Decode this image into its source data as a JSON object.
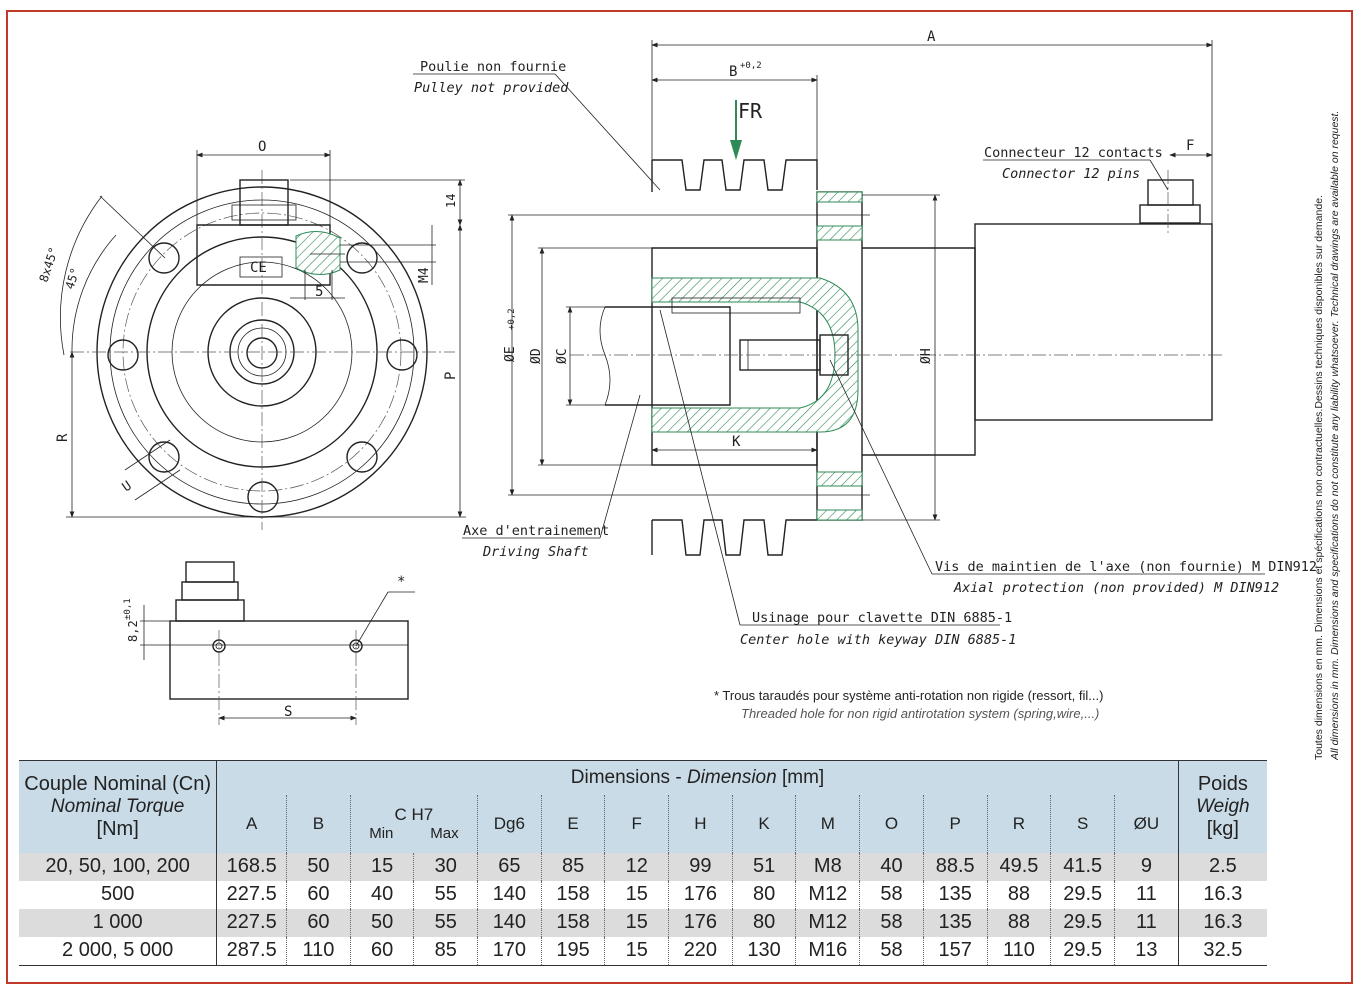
{
  "labels": {
    "dim_O": "O",
    "dim_A": "A",
    "dim_B": "B",
    "dim_B_tol": "+0,2",
    "fr": "FR",
    "dim_F": "F",
    "dim_14": "14",
    "dim_M4": "M4",
    "dim_5": "5",
    "dim_8x45": "8x45°",
    "dim_45": "45°",
    "dim_P": "P",
    "dim_R": "R",
    "dim_U": "U",
    "dim_E": "ØE",
    "dim_E_tol": "+0,2",
    "dim_D": "ØD",
    "dim_C": "ØC",
    "dim_H": "ØH",
    "dim_K": "K",
    "dim_S": "S",
    "dim_82": "8,2",
    "dim_82_tol": "±0,1",
    "ce": "CE",
    "star": "*"
  },
  "callouts": {
    "pulley_fr": "Poulie non fournie",
    "pulley_en": "Pulley not provided",
    "connector_fr": "Connecteur 12 contacts",
    "connector_en": "Connector 12 pins",
    "shaft_fr": "Axe d'entrainement",
    "shaft_en": "Driving Shaft",
    "screw_fr": "Vis de maintien de l'axe (non fournie) M DIN912",
    "screw_en": "Axial protection (non provided) M DIN912",
    "keyway_fr": "Usinage pour clavette DIN 6885-1",
    "keyway_en": "Center hole with keyway DIN 6885-1",
    "note_fr": "* Trous taraudés pour système anti-rotation non rigide (ressort, fil...)",
    "note_en": "Threaded hole for non rigid antirotation system (spring,wire,...)"
  },
  "side_note": {
    "fr": "Toutes dimensions en mm. Dimensions et spécifications non contractuelles.Dessins techniques disponibles sur demande.",
    "en": "All dimensions in mm. Dimensions and specifications do not constitute any liability whatsoever. Technical drawings are available on request."
  },
  "table": {
    "head_left_1": "Couple Nominal (Cn)",
    "head_left_2": "Nominal Torque",
    "head_left_3": "[Nm]",
    "head_mid_fr": "Dimensions - ",
    "head_mid_en": "Dimension",
    "head_mid_unit": " [mm]",
    "head_right_1": "Poids",
    "head_right_2": "Weigh",
    "head_right_3": "[kg]",
    "c_group": "C H7",
    "c_min": "Min",
    "c_max": "Max",
    "cols": [
      "A",
      "B",
      "Dg6",
      "E",
      "F",
      "H",
      "K",
      "M",
      "O",
      "P",
      "R",
      "S",
      "ØU"
    ],
    "rows": [
      {
        "torque": "20, 50, 100, 200",
        "A": "168.5",
        "B": "50",
        "Cmin": "15",
        "Cmax": "30",
        "Dg6": "65",
        "E": "85",
        "F": "12",
        "H": "99",
        "K": "51",
        "M": "M8",
        "O": "40",
        "P": "88.5",
        "R": "49.5",
        "S": "41.5",
        "U": "9",
        "W": "2.5"
      },
      {
        "torque": "500",
        "A": "227.5",
        "B": "60",
        "Cmin": "40",
        "Cmax": "55",
        "Dg6": "140",
        "E": "158",
        "F": "15",
        "H": "176",
        "K": "80",
        "M": "M12",
        "O": "58",
        "P": "135",
        "R": "88",
        "S": "29.5",
        "U": "11",
        "W": "16.3"
      },
      {
        "torque": "1 000",
        "A": "227.5",
        "B": "60",
        "Cmin": "50",
        "Cmax": "55",
        "Dg6": "140",
        "E": "158",
        "F": "15",
        "H": "176",
        "K": "80",
        "M": "M12",
        "O": "58",
        "P": "135",
        "R": "88",
        "S": "29.5",
        "U": "11",
        "W": "16.3"
      },
      {
        "torque": "2 000, 5 000",
        "A": "287.5",
        "B": "110",
        "Cmin": "60",
        "Cmax": "85",
        "Dg6": "170",
        "E": "195",
        "F": "15",
        "H": "220",
        "K": "130",
        "M": "M16",
        "O": "58",
        "P": "157",
        "R": "110",
        "S": "29.5",
        "U": "13",
        "W": "32.5"
      }
    ]
  },
  "colors": {
    "frame": "#c0392b",
    "hatch": "#2e8b57",
    "table_header": "#c9dbe6",
    "row_shade": "#dcdcdc"
  }
}
